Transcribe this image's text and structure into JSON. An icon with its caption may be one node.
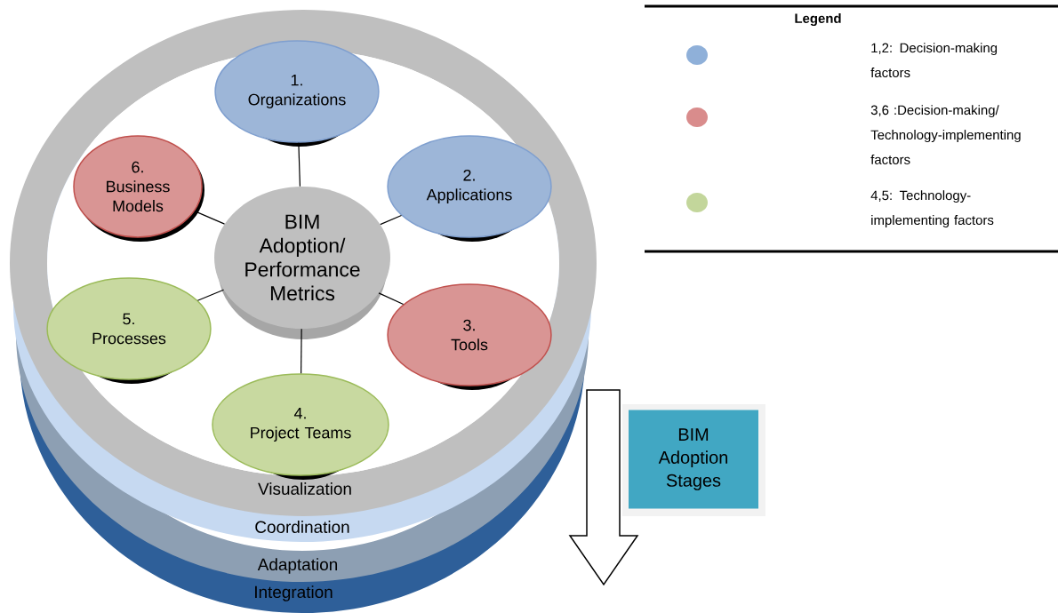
{
  "diagram": {
    "nodes": [
      {
        "text": [
          "BIM Adoption/ Performance Metrics"
        ]
      },
      {
        "text": [
          "1.",
          "Organizations"
        ]
      },
      {
        "text": [
          "6.",
          "Business Models"
        ]
      },
      {
        "text": [
          "2.",
          "Applications"
        ]
      },
      {
        "text": [
          "5.",
          "Processes"
        ]
      },
      {
        "text": [
          "3.",
          "Tools"
        ]
      },
      {
        "text": [
          "4.",
          "Project Teams"
        ]
      },
      {
        "text": [
          "BIM Adoption Stages"
        ]
      }
    ],
    "edges": [
      {
        "from": 0,
        "to": 1,
        "arrow": "none"
      },
      {
        "from": 0,
        "to": 2,
        "arrow": "none"
      },
      {
        "from": 0,
        "to": 3,
        "arrow": "none"
      },
      {
        "from": 0,
        "to": 4,
        "arrow": "none"
      },
      {
        "from": 0,
        "to": 5,
        "arrow": "none"
      },
      {
        "from": 0,
        "to": 6,
        "arrow": "none"
      }
    ],
    "labels": [
      "Legend",
      "Visualization",
      "Coordination",
      "Adaptation",
      "Integration"
    ],
    "legend": [
      {
        "text": "1,2: Decision-making factors",
        "color": "#8fb0d9"
      },
      {
        "text": "3,6 :Decision-making/ Technology-implementing factors",
        "color": "#d98c8c"
      },
      {
        "text": "4,5: Technology-implementing factors",
        "color": "#c3d69b"
      }
    ]
  }
}
